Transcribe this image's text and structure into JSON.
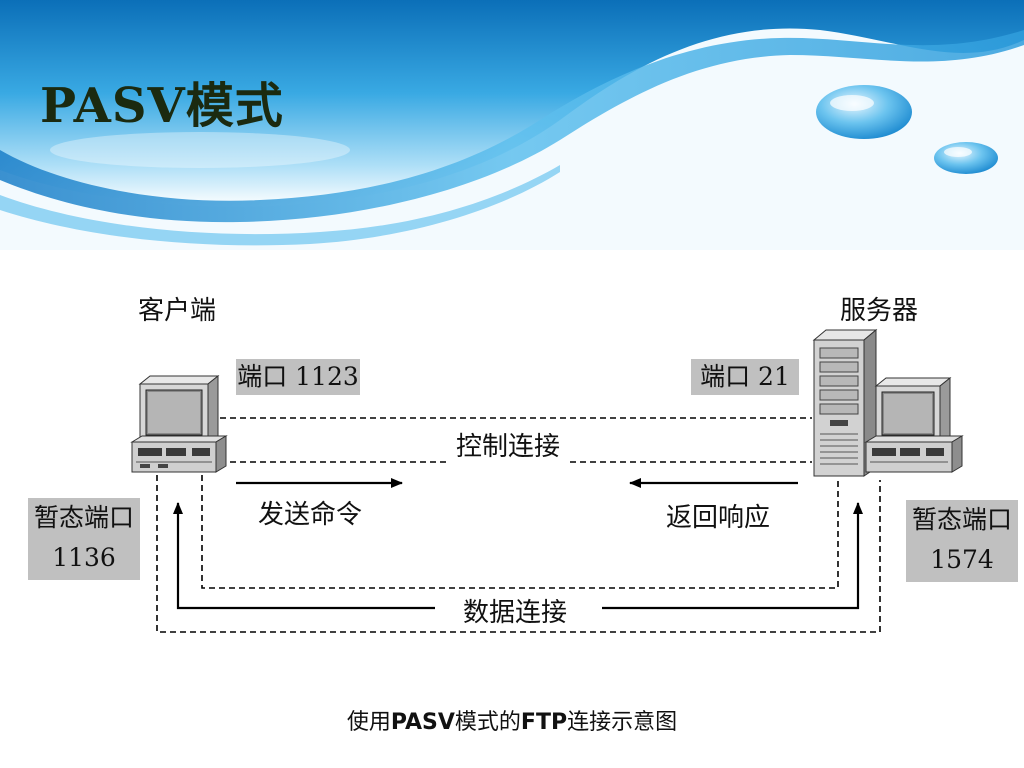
{
  "title": "PASV模式",
  "client": {
    "label": "客户端",
    "port_label": "端口 1123",
    "temp_port_label": "暂态端口",
    "temp_port_number": "1136"
  },
  "server": {
    "label": "服务器",
    "port_label": "端口 21",
    "temp_port_label": "暂态端口",
    "temp_port_number": "1574"
  },
  "connections": {
    "control": "控制连接",
    "data": "数据连接",
    "send_command": "发送命令",
    "return_response": "返回响应"
  },
  "caption": {
    "prefix": "使用",
    "bold1": "PASV",
    "mid": "模式的",
    "bold2": "FTP",
    "suffix": "连接示意图"
  },
  "colors": {
    "header_blue": "#2f9ddc",
    "label_box": "#c0c0c0",
    "title_text": "#1b2a10"
  }
}
